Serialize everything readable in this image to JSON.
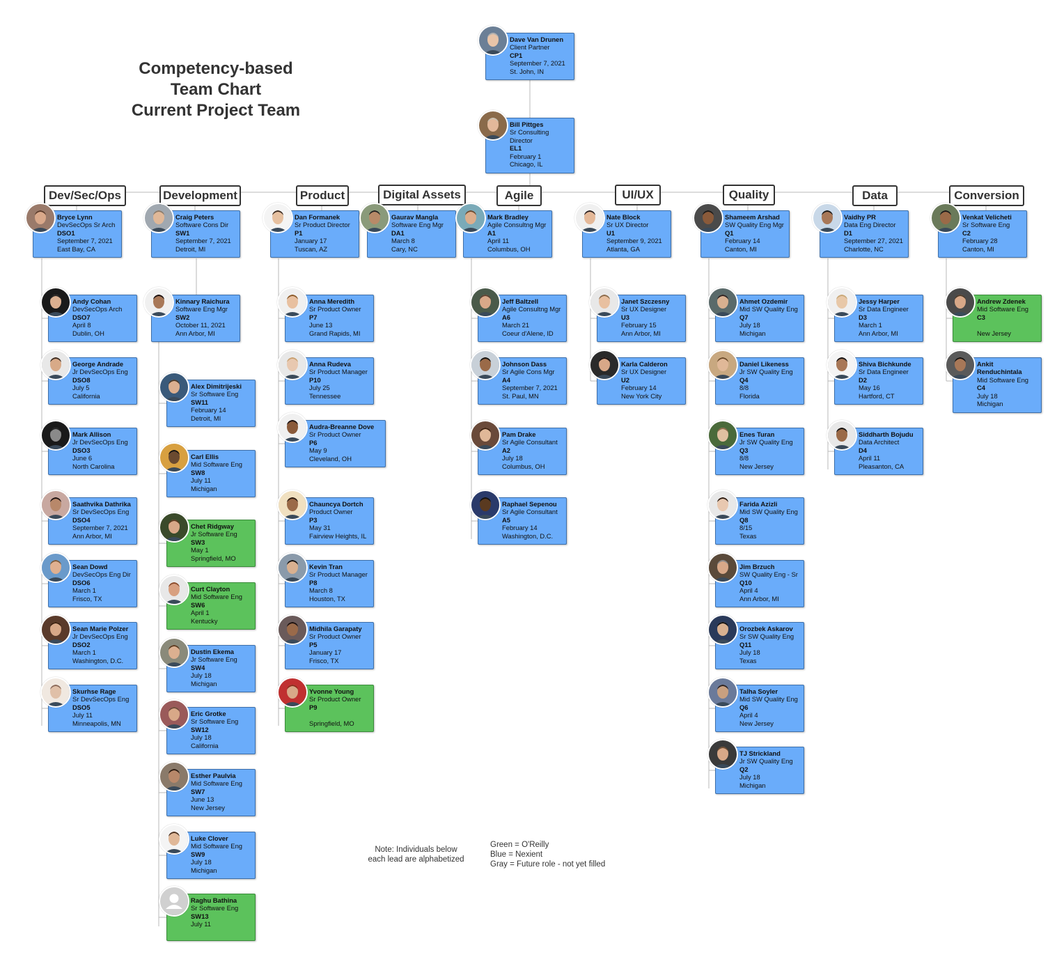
{
  "title": [
    "Competency-based",
    "Team Chart",
    "Current Project Team"
  ],
  "groups": [
    "Dev/Sec/Ops",
    "Development",
    "Product",
    "Digital Assets",
    "Agile",
    "UI/UX",
    "Quality",
    "Data",
    "Conversion"
  ],
  "people": [
    {
      "name": "Dave Van Drunen",
      "role": "Client Partner",
      "code": "CP1",
      "date": "September 7, 2021",
      "location": "St. John, IN",
      "color": "blue",
      "skin": "#e8c4a8",
      "hair": "#b0b0b0",
      "bg": "#6b7f96"
    },
    {
      "name": "Bill Pittges",
      "role": "Sr Consulting Director",
      "code": "EL1",
      "date": "February 1",
      "location": "Chicago, IL",
      "color": "blue",
      "skin": "#e3b89a",
      "hair": "#c9c0b0",
      "bg": "#8a6a4a"
    },
    {
      "name": "Bryce Lynn",
      "role": "DevSecOps Sr Arch",
      "code": "DSO1",
      "date": "September 7, 2021",
      "location": "East Bay, CA",
      "color": "blue",
      "skin": "#d9a88a",
      "hair": "#5a3a2a",
      "bg": "#9a7a6a"
    },
    {
      "name": "Craig Peters",
      "role": "Software Cons Dir",
      "code": "SW1",
      "date": "September 7, 2021",
      "location": "Detroit, MI",
      "color": "blue",
      "skin": "#e0b898",
      "hair": "#8a7a6a",
      "bg": "#a0a8b0"
    },
    {
      "name": "Dan Formanek",
      "role": "Sr Product Director",
      "code": "P1",
      "date": "January 17",
      "location": "Tuscan, AZ",
      "color": "blue",
      "skin": "#e6c0a0",
      "hair": "#3a2a20",
      "bg": "#f4f4f4"
    },
    {
      "name": "Gaurav Mangla",
      "role": "Software Eng Mgr",
      "code": "DA1",
      "date": "March 8",
      "location": "Cary, NC",
      "color": "blue",
      "skin": "#b88a68",
      "hair": "#222",
      "bg": "#8a9a7a"
    },
    {
      "name": "Mark Bradley",
      "role": "Agile Consultng Mgr",
      "code": "A1",
      "date": "April 11",
      "location": "Columbus, OH",
      "color": "blue",
      "skin": "#dcae8c",
      "hair": "#6a4a30",
      "bg": "#7aaab8"
    },
    {
      "name": "Nate Block",
      "role": "Sr UX Director",
      "code": "U1",
      "date": "September 9, 2021",
      "location": "Atlanta, GA",
      "color": "blue",
      "skin": "#e4b898",
      "hair": "#2a2020",
      "bg": "#f0f0f0"
    },
    {
      "name": "Shameem Arshad",
      "role": "SW Quality Eng Mgr",
      "code": "Q1",
      "date": "February 14",
      "location": "Canton, MI",
      "color": "blue",
      "skin": "#8a5a3a",
      "hair": "#1a1a1a",
      "bg": "#4a4a4a"
    },
    {
      "name": "Vaidhy PR",
      "role": "Data Eng Director",
      "code": "D1",
      "date": "September 27, 2021",
      "location": "Charlotte, NC",
      "color": "blue",
      "skin": "#a87858",
      "hair": "#1a1a1a",
      "bg": "#c8d8e8"
    },
    {
      "name": "Venkat Velicheti",
      "role": "Sr Software Eng",
      "code": "C2",
      "date": "February 28",
      "location": "Canton, MI",
      "color": "blue",
      "skin": "#9a6a48",
      "hair": "#1a1a1a",
      "bg": "#6a7a5a"
    },
    {
      "name": "Andy Cohan",
      "role": "DevSecOps Arch",
      "code": "DSO7",
      "date": "April 8",
      "location": "Dublin, OH",
      "color": "blue",
      "skin": "#dcb090",
      "hair": "#222",
      "bg": "#1a1a1a"
    },
    {
      "name": "George Andrade",
      "role": "Jr DevSecOps Eng",
      "code": "DSO8",
      "date": "July 5",
      "location": "California",
      "color": "blue",
      "skin": "#d8aa88",
      "hair": "#3a2a20",
      "bg": "#e8e8e8"
    },
    {
      "name": "Mark Allison",
      "role": "Jr DevSecOps Eng",
      "code": "DSO3",
      "date": "June 6",
      "location": "North Carolina",
      "color": "blue",
      "skin": "#8a8a8a",
      "hair": "#222",
      "bg": "#1a1a1a"
    },
    {
      "name": "Saathvika Dathrika",
      "role": "Sr DevSecOps Eng",
      "code": "DSO4",
      "date": "September 7, 2021",
      "location": "Ann Arbor, MI",
      "color": "blue",
      "skin": "#b8886a",
      "hair": "#1a1010",
      "bg": "#c8a8a0"
    },
    {
      "name": "Sean Dowd",
      "role": "DevSecOps Eng Dir",
      "code": "DSO6",
      "date": "March 1",
      "location": "Frisco, TX",
      "color": "blue",
      "skin": "#e0b090",
      "hair": "#7a5a3a",
      "bg": "#6a9aca"
    },
    {
      "name": "Sean Marie Polzer",
      "role": "Jr DevSecOps Eng",
      "code": "DSO2",
      "date": "March 1",
      "location": "Washington, D.C.",
      "color": "blue",
      "skin": "#d8a888",
      "hair": "#3a2010",
      "bg": "#5a3a2a"
    },
    {
      "name": "Skurhse Rage",
      "role": "Sr DevSecOps Eng",
      "code": "DSO5",
      "date": "July 11",
      "location": "Minneapolis, MN",
      "color": "blue",
      "skin": "#e0c0a8",
      "hair": "#8a6a5a",
      "bg": "#f0e8e0"
    },
    {
      "name": "Kinnary Raichura",
      "role": "Software Eng Mgr",
      "code": "SW2",
      "date": "October 11, 2021",
      "location": "Ann Arbor, MI",
      "color": "blue",
      "skin": "#a87858",
      "hair": "#1a1010",
      "bg": "#f0f0f0"
    },
    {
      "name": "Alex Dimitrijeski",
      "role": "Sr Software Eng",
      "code": "SW11",
      "date": "February 14",
      "location": "Detroit, MI",
      "color": "blue",
      "skin": "#dcb090",
      "hair": "#4a3a2a",
      "bg": "#3a5a7a"
    },
    {
      "name": "Carl Ellis",
      "role": "Mid Software Eng",
      "code": "SW8",
      "date": "July 11",
      "location": "Michigan",
      "color": "blue",
      "skin": "#6a4a30",
      "hair": "#111",
      "bg": "#d8a040"
    },
    {
      "name": "Chet Ridgway",
      "role": "Jr Software Eng",
      "code": "SW3",
      "date": "May 1",
      "location": "Springfield, MO",
      "color": "green",
      "skin": "#d8a888",
      "hair": "#5a3a20",
      "bg": "#3a4a2a"
    },
    {
      "name": "Curt Clayton",
      "role": "Mid Software Eng",
      "code": "SW6",
      "date": "April 1",
      "location": "Kentucky",
      "color": "green",
      "skin": "#d8a080",
      "hair": "#8a4a2a",
      "bg": "#e8e8e8"
    },
    {
      "name": "Dustin Ekema",
      "role": "Jr Software Eng",
      "code": "SW4",
      "date": "July 18",
      "location": "Michigan",
      "color": "blue",
      "skin": "#dcb090",
      "hair": "#5a3a20",
      "bg": "#8a8a7a"
    },
    {
      "name": "Eric Grotke",
      "role": "Sr Software Eng",
      "code": "SW12",
      "date": "July 18",
      "location": "California",
      "color": "blue",
      "skin": "#d8a888",
      "hair": "#6a4a3a",
      "bg": "#9a5a5a"
    },
    {
      "name": "Esther Paulvia",
      "role": "Mid Software Eng",
      "code": "SW7",
      "date": "June 13",
      "location": "New Jersey",
      "color": "blue",
      "skin": "#b8886a",
      "hair": "#2a1a10",
      "bg": "#8a7a6a"
    },
    {
      "name": "Luke Clover",
      "role": "Mid Software Eng",
      "code": "SW9",
      "date": "July 18",
      "location": "Michigan",
      "color": "blue",
      "skin": "#e0b898",
      "hair": "#4a3020",
      "bg": "#f4f4f4"
    },
    {
      "name": "Raghu Bathina",
      "role": "Sr Software Eng",
      "code": "SW13",
      "date": "July 11",
      "location": "",
      "color": "green",
      "skin": "#d8d8d8",
      "hair": "#d8d8d8",
      "bg": "#c8c8c8",
      "placeholder": true
    },
    {
      "name": "Anna Meredith",
      "role": "Sr Product Owner",
      "code": "P7",
      "date": "June 13",
      "location": "Grand Rapids, MI",
      "color": "blue",
      "skin": "#e8c0a0",
      "hair": "#8a5a2a",
      "bg": "#f0f0f0"
    },
    {
      "name": "Anna Rudeva",
      "role": "Sr Product Manager",
      "code": "P10",
      "date": "July 25",
      "location": "Tennessee",
      "color": "blue",
      "skin": "#e8c8b0",
      "hair": "#c8a070",
      "bg": "#e8e8e8"
    },
    {
      "name": "Audra-Breanne Dove",
      "role": "Sr Product Owner",
      "code": "P6",
      "date": "May 9",
      "location": "Cleveland, OH",
      "color": "blue",
      "skin": "#8a5a3a",
      "hair": "#1a1010",
      "bg": "#f0f0f0"
    },
    {
      "name": "Chauncya Dortch",
      "role": "Product Owner",
      "code": "P3",
      "date": "May 31",
      "location": "Fairview Heights, IL",
      "color": "blue",
      "skin": "#9a6a48",
      "hair": "#2a1a10",
      "bg": "#f0e0c0"
    },
    {
      "name": "Kevin Tran",
      "role": "Sr Product Manager",
      "code": "P8",
      "date": "March 8",
      "location": "Houston, TX",
      "color": "blue",
      "skin": "#d8b090",
      "hair": "#111",
      "bg": "#8a9aaa"
    },
    {
      "name": "Midhila Garapaty",
      "role": "Sr Product Owner",
      "code": "P5",
      "date": "January 17",
      "location": "Frisco, TX",
      "color": "blue",
      "skin": "#9a6a4a",
      "hair": "#1a1010",
      "bg": "#6a5a5a"
    },
    {
      "name": "Yvonne Young",
      "role": "Sr Product Owner",
      "code": "P9",
      "date": "",
      "location": "Springfield, MO",
      "color": "green",
      "skin": "#d8a888",
      "hair": "#8a2a1a",
      "bg": "#c03030"
    },
    {
      "name": "Jeff Baltzell",
      "role": "Agile Consultng Mgr",
      "code": "A6",
      "date": "March 21",
      "location": "Coeur d'Alene, ID",
      "color": "blue",
      "skin": "#d8a888",
      "hair": "#5a4030",
      "bg": "#4a5a4a"
    },
    {
      "name": "Johnson Dass",
      "role": "Sr Agile Cons Mgr",
      "code": "A4",
      "date": "September 7, 2021",
      "location": "St. Paul, MN",
      "color": "blue",
      "skin": "#9a6a48",
      "hair": "#111",
      "bg": "#c8d0d8"
    },
    {
      "name": "Pam Drake",
      "role": "Sr Agile Consultant",
      "code": "A2",
      "date": "July 18",
      "location": "Columbus, OH",
      "color": "blue",
      "skin": "#e0b898",
      "hair": "#3a2010",
      "bg": "#6a4a3a"
    },
    {
      "name": "Raphael Sepenou",
      "role": "Sr Agile Consultant",
      "code": "A5",
      "date": "February 14",
      "location": "Washington, D.C.",
      "color": "blue",
      "skin": "#5a3a20",
      "hair": "#111",
      "bg": "#2a3a6a"
    },
    {
      "name": "Janet Szczesny",
      "role": "Sr UX Designer",
      "code": "U3",
      "date": "February 15",
      "location": "Ann Arbor, MI",
      "color": "blue",
      "skin": "#e8c0a0",
      "hair": "#8a6a4a",
      "bg": "#e8e8e8"
    },
    {
      "name": "Karla Calderon",
      "role": "Sr UX Designer",
      "code": "U2",
      "date": "February 14",
      "location": "New York City",
      "color": "blue",
      "skin": "#d8a888",
      "hair": "#1a1010",
      "bg": "#2a2a2a"
    },
    {
      "name": "Ahmet Ozdemir",
      "role": "Mid SW Quality Eng",
      "code": "Q7",
      "date": "July 18",
      "location": "Michigan",
      "color": "blue",
      "skin": "#d8b090",
      "hair": "#2a2020",
      "bg": "#5a6a6a"
    },
    {
      "name": "Daniel Likeness",
      "role": "Jr SW Quality Eng",
      "code": "Q4",
      "date": "8/8",
      "location": "Florida",
      "color": "blue",
      "skin": "#e0b898",
      "hair": "#6a4a2a",
      "bg": "#c8a880"
    },
    {
      "name": "Enes Turan",
      "role": "Jr SW Quality Eng",
      "code": "Q3",
      "date": "8/8",
      "location": "New Jersey",
      "color": "blue",
      "skin": "#e0c0a0",
      "hair": "#8a6a4a",
      "bg": "#4a6a3a"
    },
    {
      "name": "Farida Azizli",
      "role": "Mid SW Quality Eng",
      "code": "Q8",
      "date": "8/15",
      "location": "Texas",
      "color": "blue",
      "skin": "#e8c8b0",
      "hair": "#2a1a10",
      "bg": "#e8e8e8"
    },
    {
      "name": "Jim Brzuch",
      "role": "SW Quality Eng - Sr",
      "code": "Q10",
      "date": "April 4",
      "location": "Ann Arbor, MI",
      "color": "blue",
      "skin": "#d8a888",
      "hair": "#8a8a8a",
      "bg": "#5a4a3a"
    },
    {
      "name": "Orozbek Askarov",
      "role": "Sr SW Quality Eng",
      "code": "Q11",
      "date": "July 18",
      "location": "Texas",
      "color": "blue",
      "skin": "#d8b090",
      "hair": "#111",
      "bg": "#2a3a5a"
    },
    {
      "name": "Talha Soyler",
      "role": "Mid SW Quality Eng",
      "code": "Q6",
      "date": "April 4",
      "location": "New Jersey",
      "color": "blue",
      "skin": "#c8a080",
      "hair": "#2a2020",
      "bg": "#6a7a9a"
    },
    {
      "name": "TJ Strickland",
      "role": "Jr SW Quality Eng",
      "code": "Q2",
      "date": "July 18",
      "location": "Michigan",
      "color": "blue",
      "skin": "#d8a888",
      "hair": "#6a4a30",
      "bg": "#3a3a3a"
    },
    {
      "name": "Jessy Harper",
      "role": "Sr Data Engineer",
      "code": "D3",
      "date": "March 1",
      "location": "Ann Arbor, MI",
      "color": "blue",
      "skin": "#e8c8a8",
      "hair": "#c8a878",
      "bg": "#f0f0f0"
    },
    {
      "name": "Shiva Bichkunde",
      "role": "Sr Data Engineer",
      "code": "D2",
      "date": "May 16",
      "location": "Hartford, CT",
      "color": "blue",
      "skin": "#a87858",
      "hair": "#111",
      "bg": "#f4f4f4"
    },
    {
      "name": "Siddharth Bojudu",
      "role": "Data Architect",
      "code": "D4",
      "date": "April 11",
      "location": "Pleasanton, CA",
      "color": "blue",
      "skin": "#9a6a48",
      "hair": "#111",
      "bg": "#e8e8e8"
    },
    {
      "name": "Andrew Zdenek",
      "role": "Mid Software Eng",
      "code": "C3",
      "date": "",
      "location": "New Jersey",
      "color": "green",
      "skin": "#d8a888",
      "hair": "#4a3a2a",
      "bg": "#4a4a4a"
    },
    {
      "name": "Ankit Renduchintala",
      "role": "Mid Software Eng",
      "code": "C4",
      "date": "July 18",
      "location": "Michigan",
      "color": "blue",
      "skin": "#a87858",
      "hair": "#111",
      "bg": "#5a5a5a"
    }
  ],
  "note": [
    "Note: Individuals below",
    "each lead are alphabetized"
  ],
  "legend": [
    "Green = O'Reilly",
    "Blue = Nexient",
    "Gray = Future role - not yet filled"
  ],
  "colors": {
    "blue": "#6aacfa",
    "green": "#5cc25c",
    "line": "#b8b8b8"
  }
}
